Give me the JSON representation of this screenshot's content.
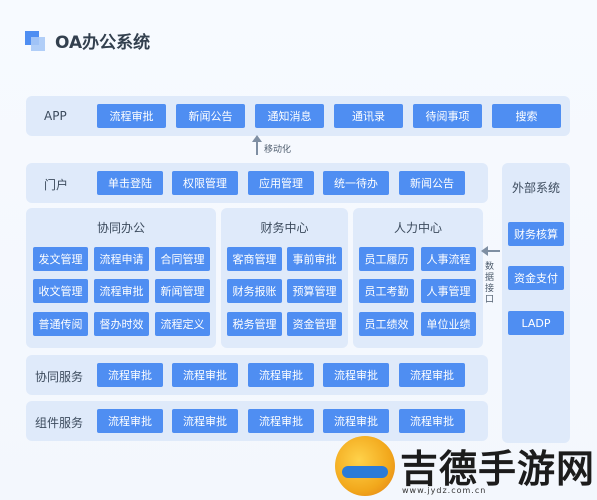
{
  "title": "OA办公系统",
  "app_row": {
    "label": "APP",
    "items": [
      "流程审批",
      "新闻公告",
      "通知消息",
      "通讯录",
      "待阅事项",
      "搜索"
    ]
  },
  "mobile_arrow_label": "移动化",
  "portal_row": {
    "label": "门户",
    "items": [
      "单击登陆",
      "权限管理",
      "应用管理",
      "统一待办",
      "新闻公告"
    ]
  },
  "collab_office": {
    "title": "协同办公",
    "items": [
      "发文管理",
      "流程申请",
      "合同管理",
      "收文管理",
      "流程审批",
      "新闻管理",
      "普通传阅",
      "督办时效",
      "流程定义"
    ]
  },
  "finance_center": {
    "title": "财务中心",
    "items": [
      "客商管理",
      "事前审批",
      "财务报账",
      "预算管理",
      "税务管理",
      "资金管理"
    ]
  },
  "hr_center": {
    "title": "人力中心",
    "items": [
      "员工履历",
      "人事流程",
      "员工考勤",
      "人事管理",
      "员工绩效",
      "单位业绩"
    ]
  },
  "data_interface_label": "数据接口",
  "external": {
    "title": "外部系统",
    "items": [
      "财务核算",
      "资金支付",
      "LADP"
    ]
  },
  "collab_service_row": {
    "label": "协同服务",
    "items": [
      "流程审批",
      "流程审批",
      "流程审批",
      "流程审批",
      "流程审批"
    ]
  },
  "component_service_row": {
    "label": "组件服务",
    "items": [
      "流程审批",
      "流程审批",
      "流程审批",
      "流程审批",
      "流程审批"
    ]
  },
  "watermark": {
    "text": "吉德手游网",
    "url": "www.jydz.com.cn"
  },
  "colors": {
    "button": "#4f8ef2",
    "band": "#dfeafa",
    "background": "#f5f9fe"
  }
}
